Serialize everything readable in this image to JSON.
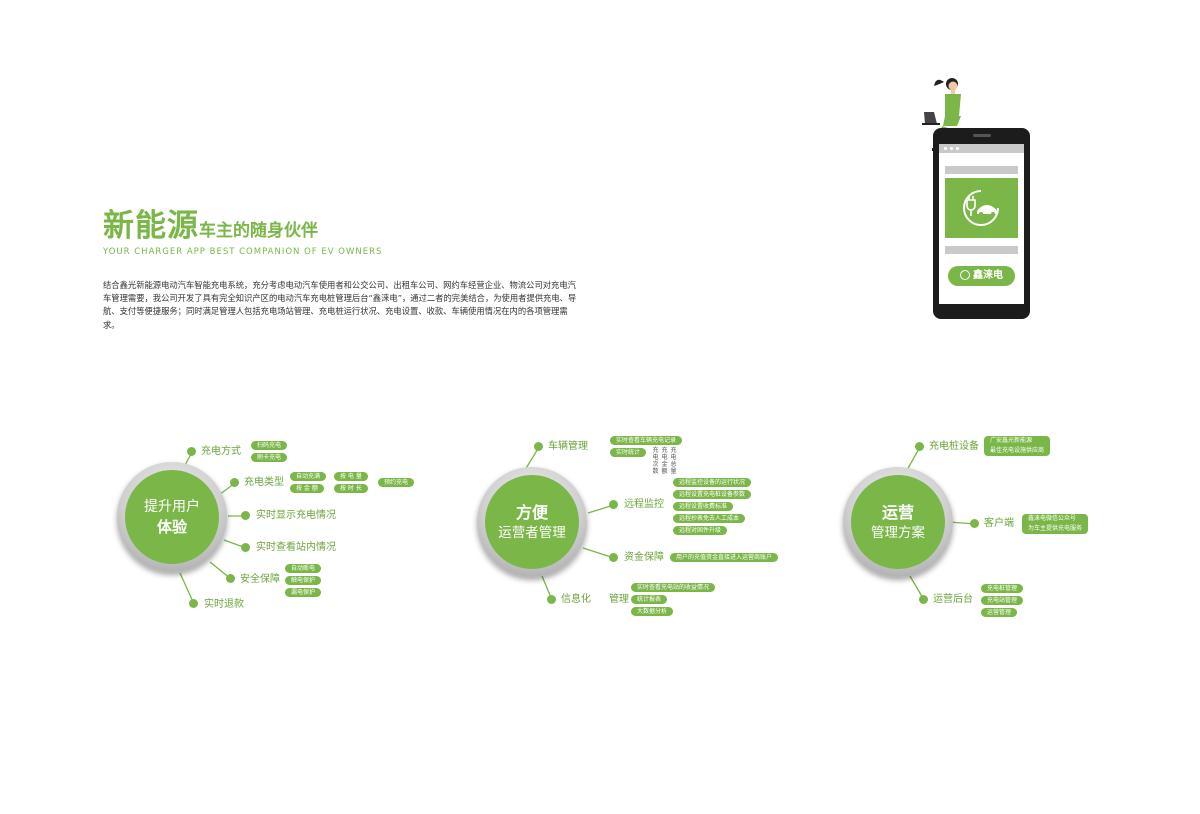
{
  "header": {
    "title_big": "新能源",
    "title_small": "车主的随身伙伴",
    "subtitle": "YOUR CHARGER APP BEST COMPANION OF EV OWNERS",
    "intro": "结合鑫光新能源电动汽车智能充电系统，充分考虑电动汽车使用者和公交公司、出租车公司、网约车经营企业、物流公司对充电汽车管理需要，我公司开发了具有完全知识产区的电动汽车充电桩管理后台“鑫涞电”，通过二者的完美结合，为使用者提供充电、导航、支付等便捷服务；同时满足管理人包括充电场站管理、充电桩运行状况、充电设置、收款、车辆使用情况在内的各项管理需求。"
  },
  "phone": {
    "brand": "鑫涞电",
    "icons": [
      "plug-icon",
      "car-icon"
    ]
  },
  "colors": {
    "accent": "#7ab648",
    "dark": "#1c1c1c",
    "grey": "#c9c9c9"
  },
  "map1": {
    "center_line1": "提升用户",
    "center_line2": "体验",
    "branches": [
      {
        "label": "充电方式",
        "tags": [
          "扫码充电",
          "刷卡充电"
        ]
      },
      {
        "label": "充电类型",
        "tags": [
          "自动充满",
          "按 电 量",
          "按 金 额",
          "按 时 长",
          "预约充电"
        ]
      },
      {
        "label": "实时显示充电情况"
      },
      {
        "label": "实时查看站内情况"
      },
      {
        "label": "安全保障",
        "tags": [
          "自动断电",
          "触电保护",
          "漏电保护"
        ]
      },
      {
        "label": "实时退款"
      }
    ]
  },
  "map2": {
    "center_line1": "方便",
    "center_line2": "运营者管理",
    "branches": [
      {
        "label": "车辆管理",
        "tags": [
          "实时查看车辆充电记录",
          "实时统计"
        ],
        "stats": [
          "充电次数",
          "充电金额",
          "充电总量"
        ]
      },
      {
        "label": "远程监控",
        "tags": [
          "远程监控设备的运行状况",
          "远程设置充电桩设备参数",
          "远程设置收费标准",
          "远程抄表免去人工成本",
          "远程对固件升级"
        ]
      },
      {
        "label": "资金保障",
        "tags": [
          "用户的充值资金直接进入运营商账户"
        ]
      },
      {
        "label": "信息化",
        "sub": "管理",
        "tags": [
          "实时查看充电站的收益情况",
          "统计报表",
          "大数据分析"
        ]
      }
    ]
  },
  "map3": {
    "center_line1": "运营",
    "center_line2": "管理方案",
    "branches": [
      {
        "label": "充电桩设备",
        "tags": [
          "广安鑫光新能源",
          "最佳充电设施供应商"
        ]
      },
      {
        "label": "客户端",
        "tags": [
          "鑫涞电微信公众号",
          "为车主提供充电服务"
        ]
      },
      {
        "label": "运营后台",
        "tags": [
          "充电桩管理",
          "充电站管理",
          "运营管理"
        ]
      }
    ]
  }
}
